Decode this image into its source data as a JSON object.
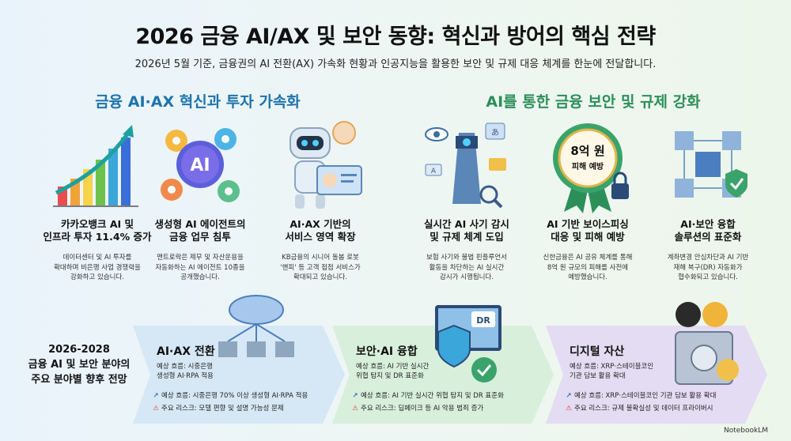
{
  "header": {
    "title": "2026 금융 AI/AX 및 보안 동향: 혁신과 방어의 핵심 전략",
    "subtitle": "2026년 5월 기준, 금융권의 AI 전환(AX) 가속화 현황과 인공지능을 활용한 보안 및 규제 대응 체계를 한눈에 전달합니다."
  },
  "sections": {
    "left_title": "금융 AI·AX 혁신과 투자 가속화",
    "right_title": "AI를 통한 금융 보안 및 규제 강화"
  },
  "cards": [
    {
      "title_l1": "카카오뱅크 AI 및",
      "title_l2": "인프라 투자 11.4% 증가",
      "desc_l1": "데이터센터 및 AI 투자를",
      "desc_l2": "확대하며 비은행 사업 경쟁력을",
      "desc_l3": "강화하고 있습니다."
    },
    {
      "title_l1": "생성형 AI 에이전트의",
      "title_l2": "금융 업무 침투",
      "desc_l1": "맨트로락은 제무 및 자산운용을",
      "desc_l2": "자동화하는 AI 에이전트 10종을",
      "desc_l3": "공개했습니다."
    },
    {
      "title_l1": "AI·AX 기반의",
      "title_l2": "서비스 영역 확장",
      "desc_l1": "KB금융의 시니어 돌봄 로봇",
      "desc_l2": "'핸피' 등 고객 접점 서비스가",
      "desc_l3": "확대되고 있습니다."
    },
    {
      "title_l1": "실시간 AI 사기 감시",
      "title_l2": "및 규제 체계 도입",
      "desc_l1": "보험 사기와 불법 핀플루언서",
      "desc_l2": "활동을 차단하는 AI 실시간",
      "desc_l3": "감시가 시행됩니다."
    },
    {
      "title_l1": "AI 기반 보이스피싱",
      "title_l2": "대응 및 피해 예방",
      "desc_l1": "신한금융은 AI 공유 체계를 통해",
      "desc_l2": "8억 원 규모의 피해를 사전에",
      "desc_l3": "예방했습니다."
    },
    {
      "title_l1": "AI·보안 융합",
      "title_l2": "솔루션의 표준화",
      "desc_l1": "계좌변경 안심차단과 AI 기반",
      "desc_l2": "재해 복구(DR) 자동화가",
      "desc_l3": "협수화되고 있습니다."
    }
  ],
  "badge": {
    "line1": "8억 원",
    "line2": "피해 예방"
  },
  "icons": {
    "ai_chip": "AI",
    "dr_label": "DR",
    "lang_a": "A",
    "lang_b": "あ"
  },
  "timeline": {
    "label_l1": "2026-2028",
    "label_l2": "금융 AI 및 보안 분야의",
    "label_l3": "주요 분야별 향후 전망",
    "phases": [
      {
        "title": "AI·AX 전환",
        "sub_l1": "예상 흐름: 시중은행",
        "sub_l2": "생성형 AI·RPA 적용",
        "trend": "예상 흐름: 시중은행 70% 이상 생성형 AI·RPA 적용",
        "risk": "주요 리스크: 모델 편향 및 설명 가능성 문제",
        "color": "#d6e8f6"
      },
      {
        "title": "보안·AI 융합",
        "sub_l1": "예상 흐름: AI 기반 실시간",
        "sub_l2": "위협 탐지 및 DR 표준화",
        "trend": "예상 흐름: AI 기반 실시간 위협 탐지 및 DR 표준화",
        "risk": "주요 리스크: 딥페이크 등 AI 악용 범죄 증가",
        "color": "#d8efdc"
      },
      {
        "title": "디지털 자산",
        "sub_l1": "예상 흐름: XRP·스테이블코인",
        "sub_l2": "기관 담보 활용 확대",
        "trend": "예상 흐름: XRP·스테이블코인 기관 담보 활용 확대",
        "risk": "주요 리스크: 규제 불확실성 및 데이터 프라이버시",
        "color": "#e3dcf2"
      }
    ]
  },
  "watermark": "NotebookLM",
  "colors": {
    "left_accent": "#1c73ad",
    "right_accent": "#2c8f5a",
    "risk": "#d64a3a",
    "trend": "#2a6fb0"
  }
}
